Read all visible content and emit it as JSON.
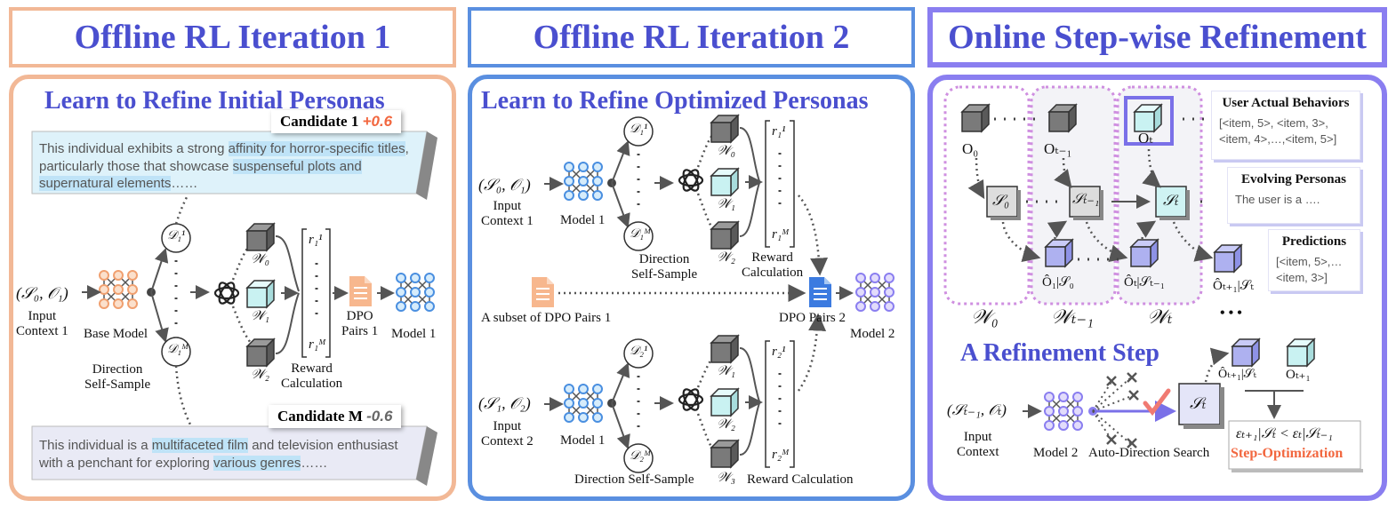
{
  "colors": {
    "title_blue": "#4a4fcf",
    "panel1_border": "#f2b896",
    "panel2_border": "#5a8fe0",
    "panel3_border": "#8a7ef0",
    "highlight": "#bfe3f7",
    "positive": "#f2673f",
    "check_red": "#f07a72"
  },
  "panel1": {
    "title": "Offline RL Iteration 1",
    "subtitle": "Learn to Refine Initial Personas",
    "candidate1": {
      "label": "Candidate 1",
      "score": "+0.6",
      "text_parts": [
        "This individual exhibits a strong ",
        "affinity for horror-specific titles",
        ", particularly those that showcase ",
        "suspenseful plots",
        " and supernatural elements",
        "……"
      ]
    },
    "candidateM": {
      "label": "Candidate M",
      "score": "-0.6",
      "text_parts": [
        "This individual is a ",
        "multifaceted film",
        " and television enthusiast with a penchant for exploring ",
        "various genres",
        "……"
      ]
    },
    "input_math": "(𝒮₀, 𝒪₁)",
    "input_label": "Input\nContext 1",
    "base_model": "Base Model",
    "direction": "Direction\nSelf-Sample",
    "d_top": "𝒟₁¹",
    "d_bot": "𝒟₁ᴹ",
    "w0": "𝒲₀",
    "w1": "𝒲₁",
    "w2": "𝒲₂",
    "r_top": "r₁¹",
    "r_bot": "r₁ᴹ",
    "reward": "Reward\nCalculation",
    "dpo": "DPO\nPairs 1",
    "model": "Model 1"
  },
  "panel2": {
    "title": "Offline RL Iteration 2",
    "subtitle": "Learn to Refine Optimized Personas",
    "input1_math": "(𝒮₀, 𝒪₁)",
    "input1_label": "Input\nContext 1",
    "input2_math": "(𝒮₁, 𝒪₂)",
    "input2_label": "Input\nContext 2",
    "model1a": "Model 1",
    "model1b": "Model 1",
    "dir1": "Direction\nSelf-Sample",
    "dir2": "Direction Self-Sample",
    "d1_top": "𝒟₁¹",
    "d1_bot": "𝒟₁ᴹ",
    "d2_top": "𝒟₂¹",
    "d2_bot": "𝒟₂ᴹ",
    "w_top": [
      "𝒲₀",
      "𝒲₁",
      "𝒲₂"
    ],
    "w_bot": [
      "𝒲₁",
      "𝒲₂",
      "𝒲₃"
    ],
    "r1_top": "r₁¹",
    "r1_bot": "r₁ᴹ",
    "r2_top": "r₂¹",
    "r2_bot": "r₂ᴹ",
    "reward1": "Reward\nCalculation",
    "reward2": "Reward Calculation",
    "subset": "A subset of DPO Pairs 1",
    "dpo2": "DPO Pairs 2",
    "model2": "Model 2"
  },
  "panel3": {
    "title": "Online Step-wise Refinement",
    "o0": "O₀",
    "ot1": "Oₜ₋₁",
    "ot": "Oₜ",
    "s0": "𝒮₀",
    "st1": "𝒮ₜ₋₁",
    "st": "𝒮ₜ",
    "p1": "Ô₁|𝒮₀",
    "p2": "Ôₜ|𝒮ₜ₋₁",
    "p3": "Ôₜ₊₁|𝒮ₜ",
    "w0": "𝒲₀",
    "wt1": "𝒲ₜ₋₁",
    "wt": "𝒲ₜ",
    "ellipsis": "• • •",
    "note1": {
      "title": "User Actual Behaviors",
      "body": "[<item, 5>, <item, 3>, <item, 4>,…,<item, 5>]"
    },
    "note2": {
      "title": "Evolving Personas",
      "body": "The user is a …."
    },
    "note3": {
      "title": "Predictions",
      "body": "[<item, 5>,… <item, 3>]"
    },
    "refine_title": "A Refinement Step",
    "input_math": "(𝒮ₜ₋₁, 𝒪ₜ)",
    "input_label": "Input\nContext",
    "model2": "Model 2",
    "search": "Auto-Direction Search",
    "st_box": "𝒮ₜ",
    "pred": "Ôₜ₊₁|𝒮ₜ",
    "truth": "Oₜ₊₁",
    "ineq": "εₜ₊₁|𝒮ₜ < εₜ|𝒮ₜ₋₁",
    "step_opt": "Step-Optimization"
  }
}
